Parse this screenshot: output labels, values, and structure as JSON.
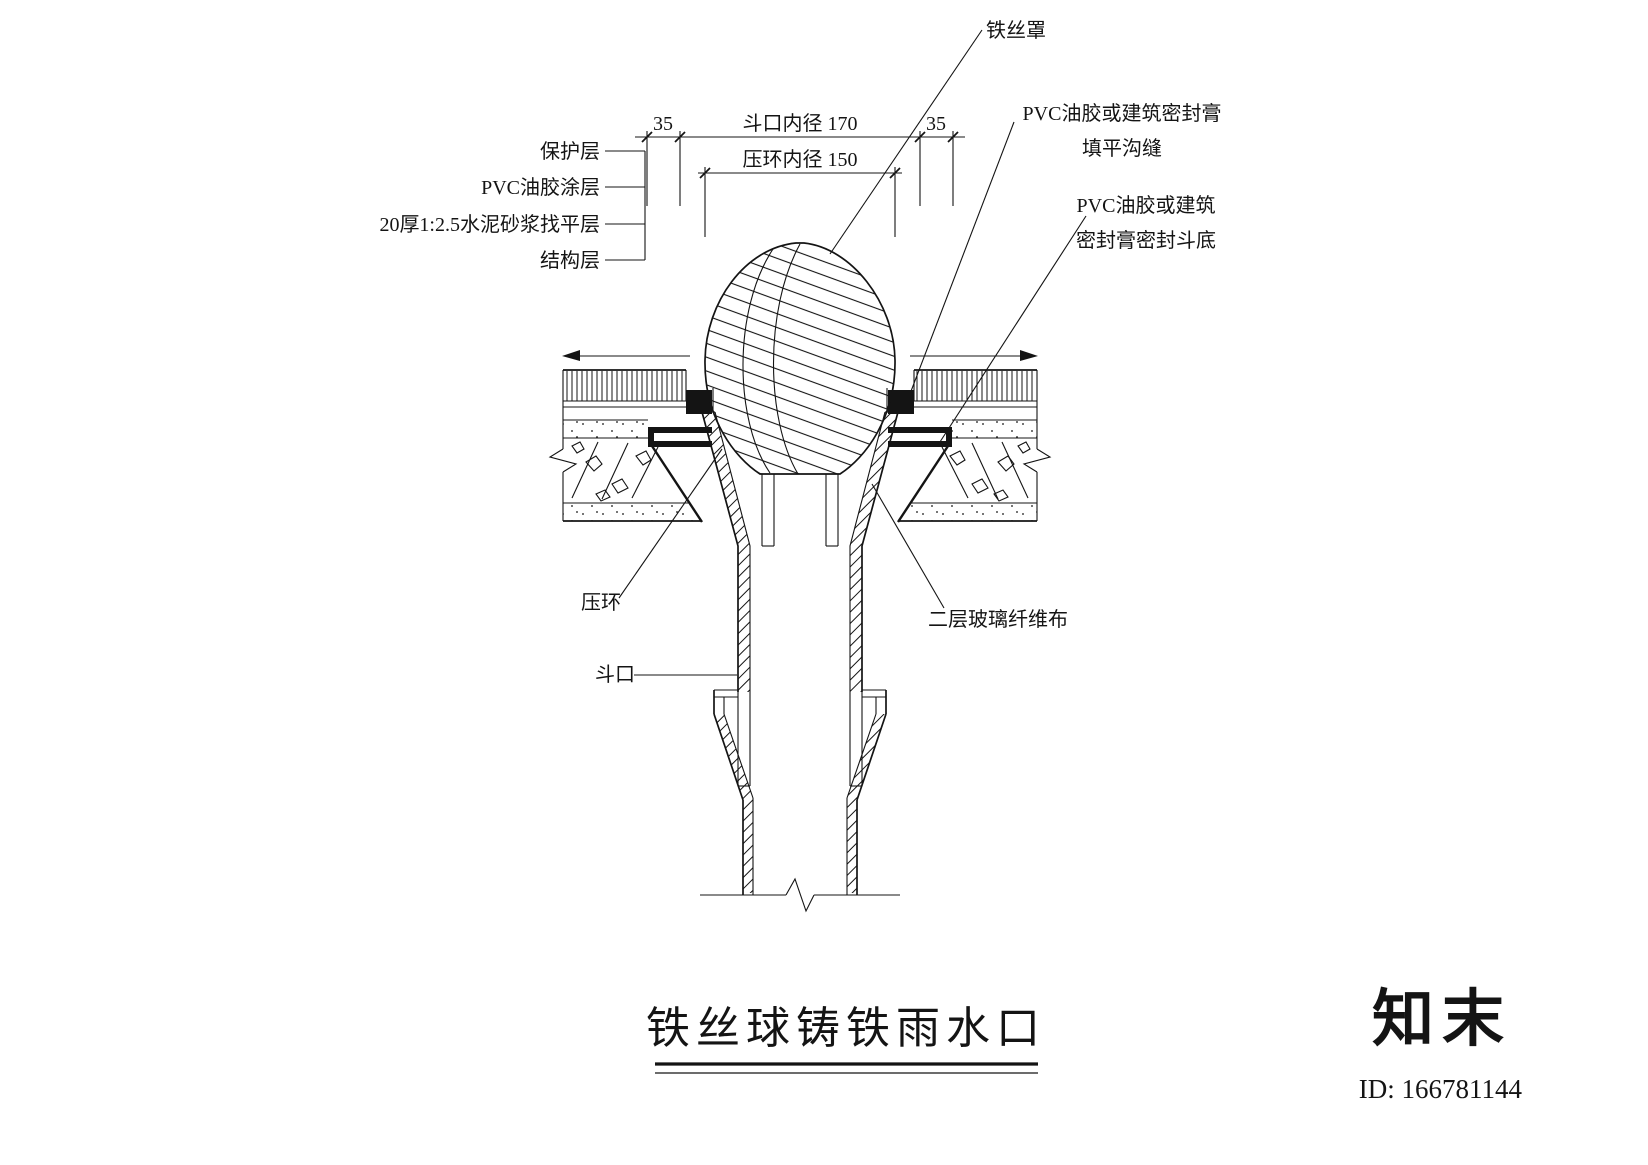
{
  "title": {
    "text": "铁丝球铸铁雨水口"
  },
  "watermark": {
    "brand": "知末",
    "id_text": "ID: 166781144"
  },
  "dims": {
    "d35_left": "35",
    "d170": "斗口内径 170",
    "d35_right": "35",
    "d150": "压环内径 150"
  },
  "callouts": {
    "wire_cover": "铁丝罩",
    "protect": "保护层",
    "pvc_coat": "PVC油胶涂层",
    "mortar": "20厚1:2.5水泥砂浆找平层",
    "struct": "结构层",
    "seal_gap_l1": "PVC油胶或建筑密封膏",
    "seal_gap_l2": "填平沟缝",
    "seal_bottom_l1": "PVC油胶或建筑",
    "seal_bottom_l2": "密封膏密封斗底",
    "ring": "压环",
    "hopper": "斗口",
    "fiberglass": "二层玻璃纤维布"
  },
  "colors": {
    "line": "#141414",
    "watermark_gray": "#c6c6c6"
  }
}
